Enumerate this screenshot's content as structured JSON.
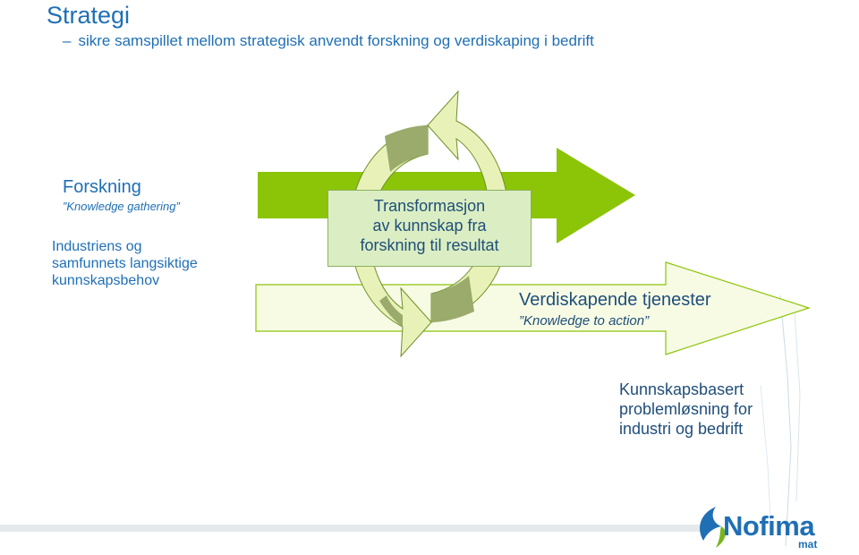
{
  "header": {
    "title": "Strategi",
    "subtitle_dash": "–",
    "subtitle": "sikre samspillet mellom strategisk anvendt forskning og verdiskaping i bedrift"
  },
  "forskning": {
    "title": "Forskning",
    "subtitle": "”Knowledge gathering”"
  },
  "needs": {
    "lines": [
      "Industriens og",
      "samfunnets langsiktige",
      "kunnskapsbehov"
    ]
  },
  "transformasjon": {
    "lines": [
      "Transformasjon",
      "av kunnskap fra",
      "forskning til resultat"
    ]
  },
  "verdiskapende": {
    "title": "Verdiskapende tjenester",
    "subtitle": "”Knowledge to action”"
  },
  "kunnskapsbasert": {
    "lines": [
      "Kunnskapsbasert",
      "problemløsning for",
      "industri og bedrift"
    ]
  },
  "logo": {
    "word": "Nofima",
    "sub": "mat"
  },
  "colors": {
    "title_blue": "#1f6fb5",
    "dark_blue": "#1f4e79",
    "arrow_green": "#8cc408",
    "light_green": "#e8f2b8",
    "pale_green": "#f7fbe4",
    "olive": "#9aab6c",
    "box_green": "#dbeec3"
  }
}
